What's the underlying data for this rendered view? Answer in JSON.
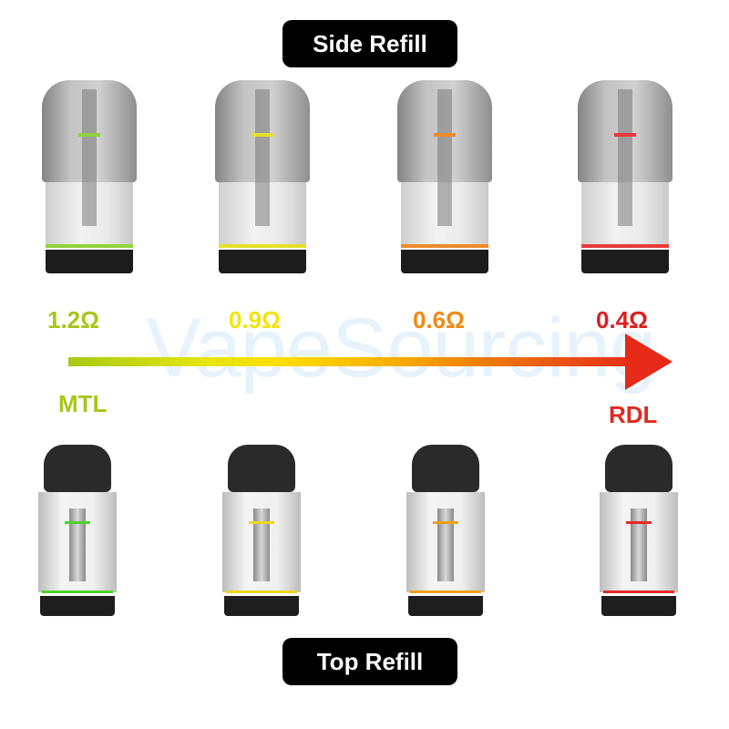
{
  "header": {
    "label": "Side Refill"
  },
  "footer": {
    "label": "Top Refill"
  },
  "watermark": "VapeSourcing",
  "resistance_scale": {
    "values": [
      {
        "label": "1.2Ω",
        "color": "#a6c71a"
      },
      {
        "label": "0.9Ω",
        "color": "#f1e40c"
      },
      {
        "label": "0.6Ω",
        "color": "#ee8a12"
      },
      {
        "label": "0.4Ω",
        "color": "#df1f1f"
      }
    ],
    "start_mode": {
      "label": "MTL",
      "color": "#a6c71a"
    },
    "end_mode": {
      "label": "RDL",
      "color": "#df2a1f"
    }
  },
  "side_refill_pods": [
    {
      "resistance": "1.2Ω",
      "ring_color": "#8fd43a"
    },
    {
      "resistance": "0.9Ω",
      "ring_color": "#e4e02a"
    },
    {
      "resistance": "0.6Ω",
      "ring_color": "#f08a2a"
    },
    {
      "resistance": "0.4Ω",
      "ring_color": "#e83a3a"
    }
  ],
  "top_refill_pods": [
    {
      "resistance": "1.2Ω",
      "ring_color": "#52d22a"
    },
    {
      "resistance": "0.9Ω",
      "ring_color": "#e8d81e"
    },
    {
      "resistance": "0.6Ω",
      "ring_color": "#f0a018"
    },
    {
      "resistance": "0.4Ω",
      "ring_color": "#e42a2a"
    }
  ]
}
